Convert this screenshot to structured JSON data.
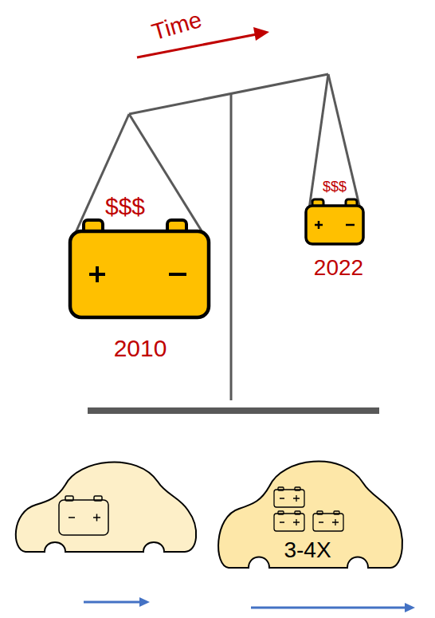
{
  "diagram": {
    "labels": [
      "Time",
      "$$$",
      "2010",
      "$$$",
      "2022",
      "3-4X"
    ]
  }
}
